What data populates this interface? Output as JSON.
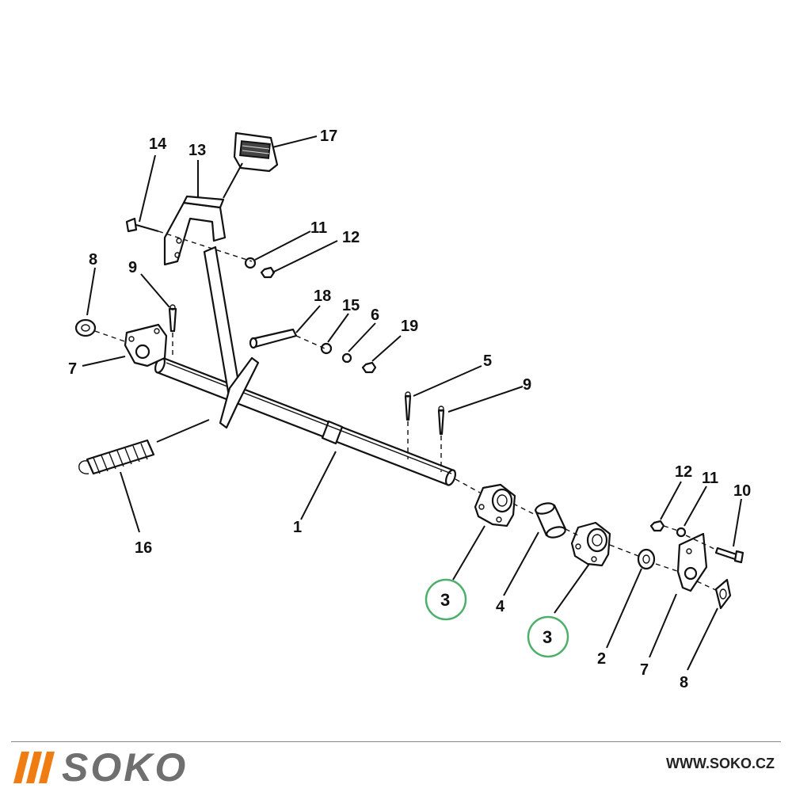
{
  "diagram": {
    "labels": {
      "l1": "1",
      "l2": "2",
      "l3a": "3",
      "l3b": "3",
      "l4": "4",
      "l5": "5",
      "l6": "6",
      "l7a": "7",
      "l7b": "7",
      "l8a": "8",
      "l8b": "8",
      "l9a": "9",
      "l9b": "9",
      "l10": "10",
      "l11a": "11",
      "l11b": "11",
      "l12a": "12",
      "l12b": "12",
      "l13": "13",
      "l14": "14",
      "l15": "15",
      "l16": "16",
      "l17": "17",
      "l18": "18",
      "l19": "19"
    },
    "highlight_color": "#4caf6a"
  },
  "footer": {
    "brand": "SOKO",
    "website": "WWW.SOKO.CZ",
    "stripe_color": "#f07d12"
  }
}
